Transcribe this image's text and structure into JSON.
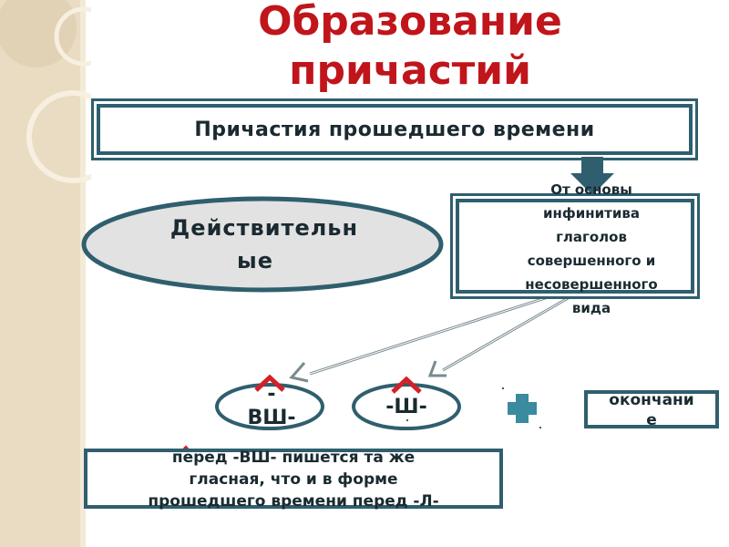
{
  "slide": {
    "title_line1": "Образование",
    "title_line2": "причастий",
    "subtitle": "Причастия прошедшего времени",
    "participle_type_line1": "Действительн",
    "participle_type_line2": "ые",
    "stem_lines": [
      "От основы",
      "инфинитива",
      "глаголов",
      "совершенного и",
      "несовершенного",
      "вида"
    ],
    "suffix_vsh_line1": "-",
    "suffix_vsh_line2": "ВШ-",
    "suffix_sh": "-Ш-",
    "ending_line1": "окончани",
    "ending_line2": "е",
    "note_lines": [
      "перед -ВШ- пишется та же",
      "гласная, что и в форме",
      "прошедшего времени перед -Л-"
    ]
  },
  "colors": {
    "title": "#c0151b",
    "border": "#2f5f6e",
    "ellipse_fill": "#e2e2e2",
    "caret": "#d42027",
    "plus": "#3a8aa0",
    "side_strip": "#e9dcc3"
  },
  "icons": [
    "down-arrow-icon",
    "caret-up-icon",
    "plus-icon"
  ]
}
